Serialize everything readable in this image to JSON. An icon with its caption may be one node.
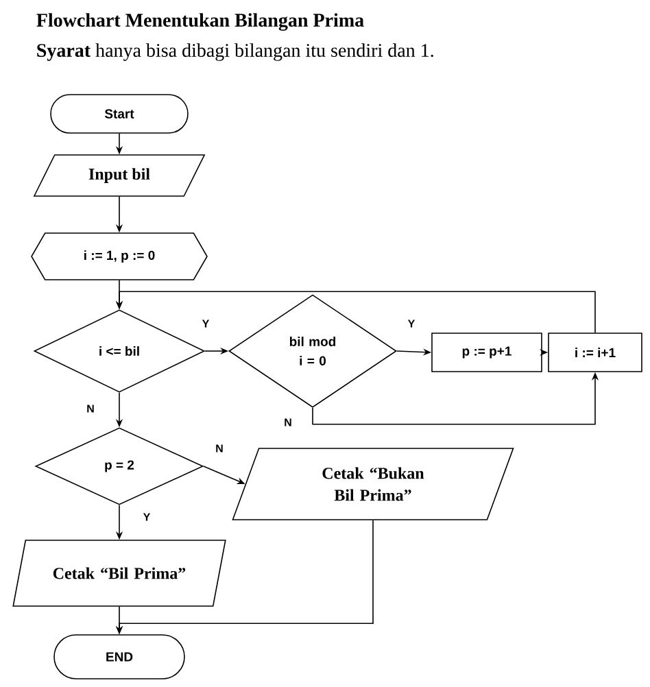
{
  "diagram": {
    "title": "Flowchart Menentukan Bilangan Prima",
    "nodes": [
      {
        "text": [
          "Start"
        ]
      },
      {
        "text": [
          "Input bil"
        ]
      },
      {
        "text": [
          "i := 1, p := 0"
        ]
      },
      {
        "text": [
          "i <= bil"
        ]
      },
      {
        "text": [
          "bil mod i = 0"
        ]
      },
      {
        "text": [
          "p := p+1"
        ]
      },
      {
        "text": [
          "i := i+1"
        ]
      },
      {
        "text": [
          "p = 2"
        ]
      },
      {
        "text": [
          "Cetak “Bukan Bil Prima”"
        ]
      },
      {
        "text": [
          "Cetak “Bil Prima”"
        ]
      },
      {
        "text": [
          "END"
        ]
      }
    ],
    "edges": [
      {
        "from": 0,
        "to": 1,
        "arrow": "to"
      },
      {
        "from": 1,
        "to": 2,
        "arrow": "to"
      },
      {
        "from": 2,
        "to": 3,
        "arrow": "to"
      },
      {
        "from": 3,
        "to": 4,
        "arrow": "to",
        "label": "Y"
      },
      {
        "from": 4,
        "to": 5,
        "arrow": "to",
        "label": "Y"
      },
      {
        "from": 5,
        "to": 6,
        "arrow": "to"
      },
      {
        "from": 4,
        "to": 6,
        "arrow": "to",
        "label": "N"
      },
      {
        "from": 6,
        "to": 3,
        "arrow": "to"
      },
      {
        "from": 3,
        "to": 7,
        "arrow": "to",
        "label": "N"
      },
      {
        "from": 7,
        "to": 8,
        "arrow": "to",
        "label": "N"
      },
      {
        "from": 7,
        "to": 9,
        "arrow": "to",
        "label": "Y"
      },
      {
        "from": 9,
        "to": 10,
        "arrow": "to"
      },
      {
        "from": 8,
        "to": 10,
        "arrow": "to"
      }
    ],
    "labels": [
      "**Syarat** hanya bisa dibagi bilangan itu sendiri dan 1."
    ]
  }
}
